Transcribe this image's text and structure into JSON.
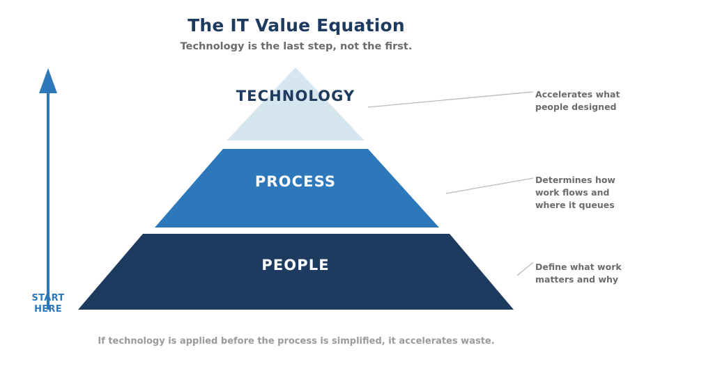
{
  "header": {
    "title": "The IT Value Equation",
    "subtitle": "Technology is the last step, not the first."
  },
  "pyramid": {
    "tiers": [
      {
        "id": "technology",
        "label": "TECHNOLOGY",
        "fill": "#d6e6ef",
        "text_color": "#1d3a5f",
        "annotation": "Accelerates what\npeople designed"
      },
      {
        "id": "process",
        "label": "PROCESS",
        "fill": "#2d78bb",
        "text_color": "#ffffff",
        "annotation": "Determines how\nwork flows and\nwhere it queues"
      },
      {
        "id": "people",
        "label": "PEOPLE",
        "fill": "#1d3a5f",
        "text_color": "#ffffff",
        "annotation": "Define what work\nmatters and why"
      }
    ]
  },
  "arrow": {
    "label": "START\nHERE",
    "color": "#2d78bb",
    "direction": "up"
  },
  "footer": {
    "caption": "If technology is applied before the process is simplified, it accelerates waste."
  },
  "colors": {
    "brand_dark": "#1d3a5f",
    "brand_mid": "#2d78bb",
    "brand_light": "#d6e6ef",
    "muted_text": "#6b6b6b",
    "caption_text": "#9a9a9a",
    "leader_line": "#b9b9b9",
    "background": "#ffffff"
  }
}
